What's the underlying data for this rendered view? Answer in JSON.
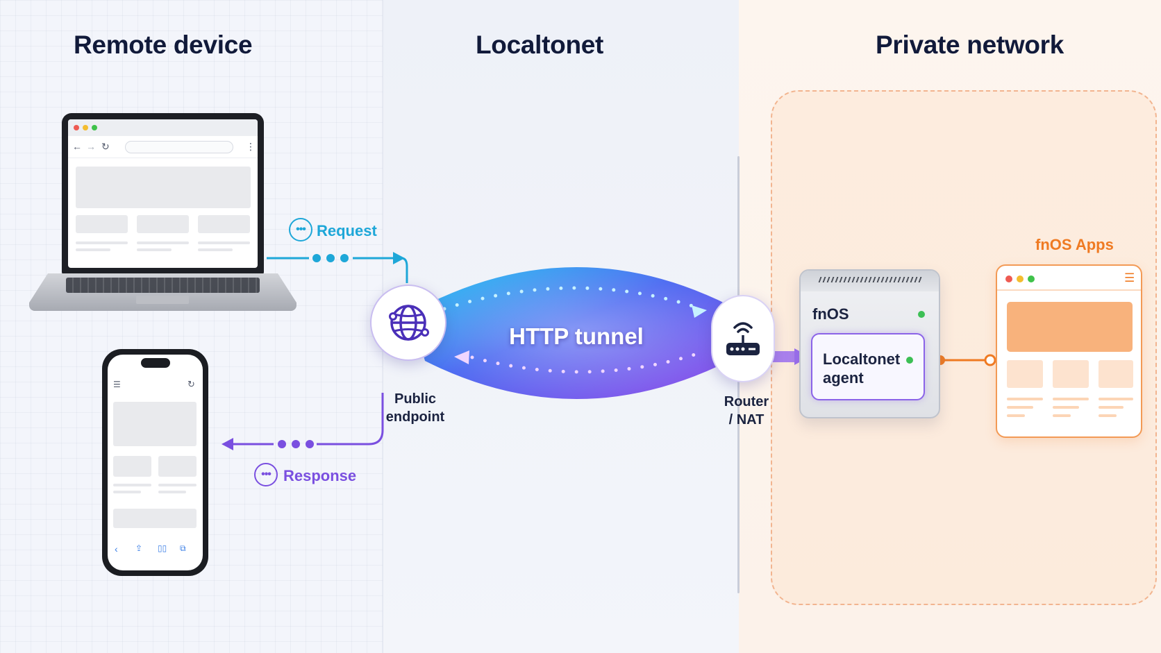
{
  "panels": {
    "remote_device": {
      "title": "Remote device"
    },
    "localtonet": {
      "title": "Localtonet"
    },
    "private_network": {
      "title": "Private network"
    }
  },
  "flows": {
    "request": {
      "label": "Request",
      "icon": "chat-bubble-icon",
      "color": "#1ea7d8"
    },
    "response": {
      "label": "Response",
      "icon": "chat-bubble-icon",
      "color": "#7a4fe0"
    }
  },
  "nodes": {
    "public_endpoint": {
      "label_line1": "Public",
      "label_line2": "endpoint",
      "icon": "globe-icon"
    },
    "router": {
      "label_line1": "Router",
      "label_line2": "/ NAT",
      "icon": "router-icon"
    },
    "tunnel": {
      "label": "HTTP tunnel"
    },
    "fnos": {
      "name": "fnOS",
      "status_color": "#3cbf55"
    },
    "agent": {
      "line1": "Localtonet",
      "line2": "agent"
    },
    "apps": {
      "label": "fnOS Apps",
      "color": "#ef7a22"
    }
  }
}
